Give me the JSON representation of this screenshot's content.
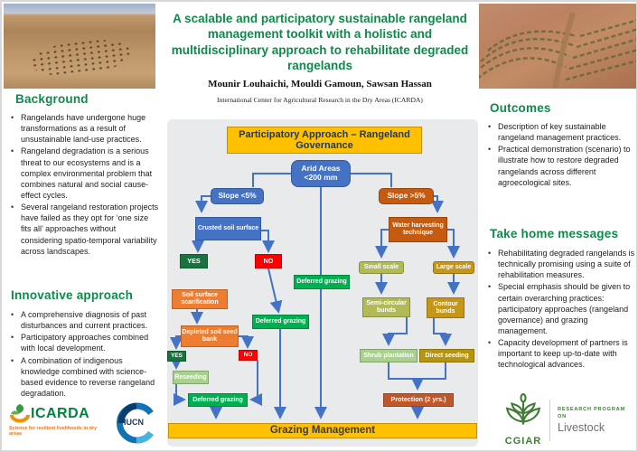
{
  "header": {
    "title": "A scalable and participatory sustainable rangeland management toolkit with a holistic and multidisciplinary approach to rehabilitate degraded rangelands",
    "authors": "Mounir Louhaichi, Mouldi Gamoun, Sawsan Hassan",
    "affiliation": "International Center for Agricultural Research in the Dry Areas (ICARDA)"
  },
  "left": {
    "background_heading": "Background",
    "background_bullets": [
      "Rangelands have undergone huge transformations as a result of unsustainable land-use practices.",
      "Rangeland degradation is a serious threat to our ecosystems and is a complex environmental problem that combines natural and social cause-effect cycles.",
      "Several rangeland restoration projects have failed as they opt for ‘one size fits all’ approaches without considering spatio-temporal variability across landscapes."
    ],
    "approach_heading": "Innovative approach",
    "approach_bullets": [
      "A comprehensive diagnosis of past disturbances and current practices.",
      "Participatory approaches combined with local development.",
      "A combination of indigenous knowledge combined with science-based evidence to reverse rangeland degradation."
    ],
    "icarda_wordmark": "ICARDA",
    "icarda_tagline": "Science for resilient livelihoods in dry areas",
    "iucn_wordmark": "IUCN"
  },
  "right": {
    "outcomes_heading": "Outcomes",
    "outcomes_bullets": [
      "Description of key sustainable rangeland management practices.",
      "Practical demonstration (scenario) to illustrate how to restore degraded rangelands across different agroecological sites."
    ],
    "take_home_heading": "Take home messages",
    "take_home_bullets": [
      "Rehabilitating degraded rangelands is technically promising using a suite of rehabilitation measures.",
      "Special emphasis should be given to certain overarching practices: participatory approaches (rangeland governance) and grazing management.",
      "Capacity development of partners is important to keep up-to-date with technological advances."
    ],
    "cgiar_wordmark": "CGIAR",
    "program_label": "RESEARCH PROGRAM ON",
    "program_name": "Livestock"
  },
  "flowchart": {
    "header": "Participatory Approach – Rangeland Governance",
    "footer": "Grazing Management",
    "nodes": {
      "arid": "Arid Areas <200 mm",
      "slope_low": "Slope <5%",
      "slope_high": "Slope >5%",
      "crusted": "Crusted soil surface",
      "water": "Water harvesting technique",
      "yes1": "YES",
      "no1": "NO",
      "deferred_center": "Deferred grazing",
      "scarification": "Soil surface scarification",
      "deferred_no": "Deferred grazing",
      "depleted": "Depleted soil seed bank",
      "yes2": "YES",
      "no2": "NO",
      "reseeding": "Reseeding",
      "deferred_bottom": "Deferred grazing",
      "small_scale": "Small scale",
      "large_scale": "Large scale",
      "semi_bunds": "Semi-circular bunds",
      "contour_bunds": "Contour bunds",
      "shrub": "Shrub plantation",
      "direct": "Direct seeding",
      "protection": "Protection (2 yrs.)"
    }
  },
  "colors": {
    "accent_green": "#0e8a4a",
    "box_blue": "#4472c4",
    "box_orange_dark": "#c55a11",
    "box_orange": "#ed7d31",
    "box_green": "#00b050",
    "box_green_dark": "#17743f",
    "box_red": "#fe0000",
    "box_light_green": "#a9d18e",
    "box_olive": "#b2ba55",
    "box_gold": "#c59617",
    "box_dark_yellow": "#b5950f",
    "band_gold": "#ffc000",
    "arrow_blue": "#4472c4",
    "header_text": "#1f3864"
  }
}
